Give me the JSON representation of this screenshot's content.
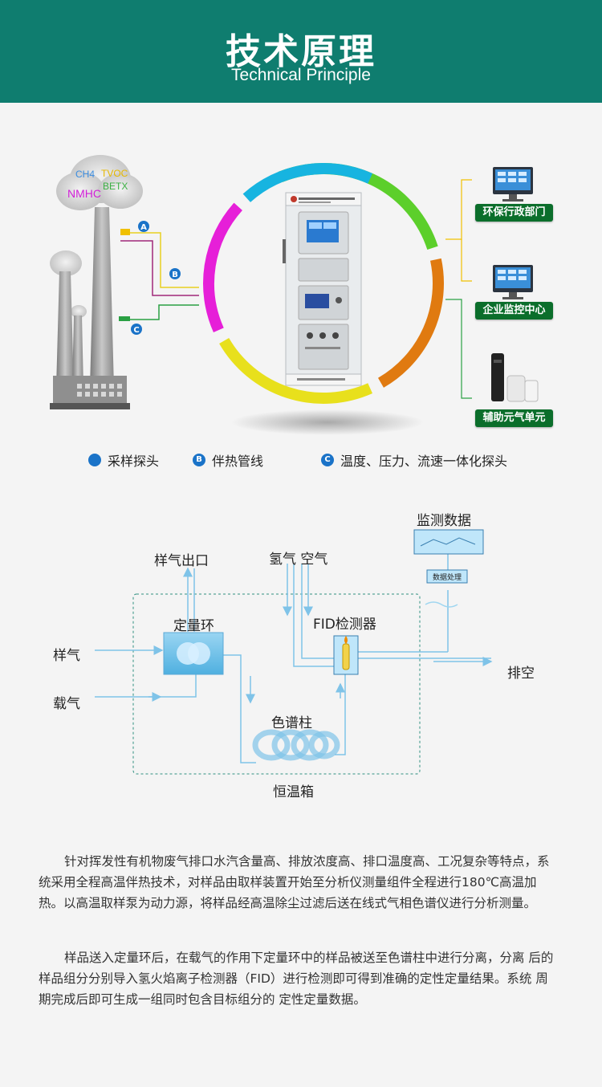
{
  "header": {
    "title": "技术原理",
    "subtitle": "Technical Principle"
  },
  "overview": {
    "cloud_labels": [
      "CH4",
      "TVOC",
      "BETX",
      "NMHC"
    ],
    "probe_markers": [
      "A",
      "B",
      "C"
    ],
    "targets": [
      "环保行政部门",
      "企业监控中心",
      "辅助元气单元"
    ],
    "legend": [
      {
        "marker": "",
        "label": "采样探头"
      },
      {
        "marker": "B",
        "label": "伴热管线"
      },
      {
        "marker": "C",
        "label": "温度、压力、流速一体化探头"
      }
    ],
    "ring_colors": [
      "#5ccf2b",
      "#e07a10",
      "#e8e01c",
      "#e61fd8",
      "#17b4e0"
    ]
  },
  "flow": {
    "monitor_data": "监测数据",
    "data_processing": "数据处理",
    "sample_outlet": "样气出口",
    "gas_in": "氢气 空气",
    "loop": "定量环",
    "detector": "FID检测器",
    "sample_gas": "样气",
    "carrier_gas": "载气",
    "exhaust": "排空",
    "column": "色谱柱",
    "oven": "恒温箱"
  },
  "description": {
    "p1": "针对挥发性有机物废气排口水汽含量高、排放浓度高、排口温度高、工况复杂等特点，系统采用全程高温伴热技术，对样品由取样装置开始至分析仪测量组件全程进行180℃高温加热。以高温取样泵为动力源，将样品经高温除尘过滤后送在线式气相色谱仪进行分析测量。",
    "p2": "样品送入定量环后，在载气的作用下定量环中的样品被送至色谱柱中进行分离，分离 后的样品组分分别导入氢火焰离子检测器（FID）进行检测即可得到准确的定性定量结果。系统 周期完成后即可生成一组同时包含目标组分的 定性定量数据。"
  }
}
